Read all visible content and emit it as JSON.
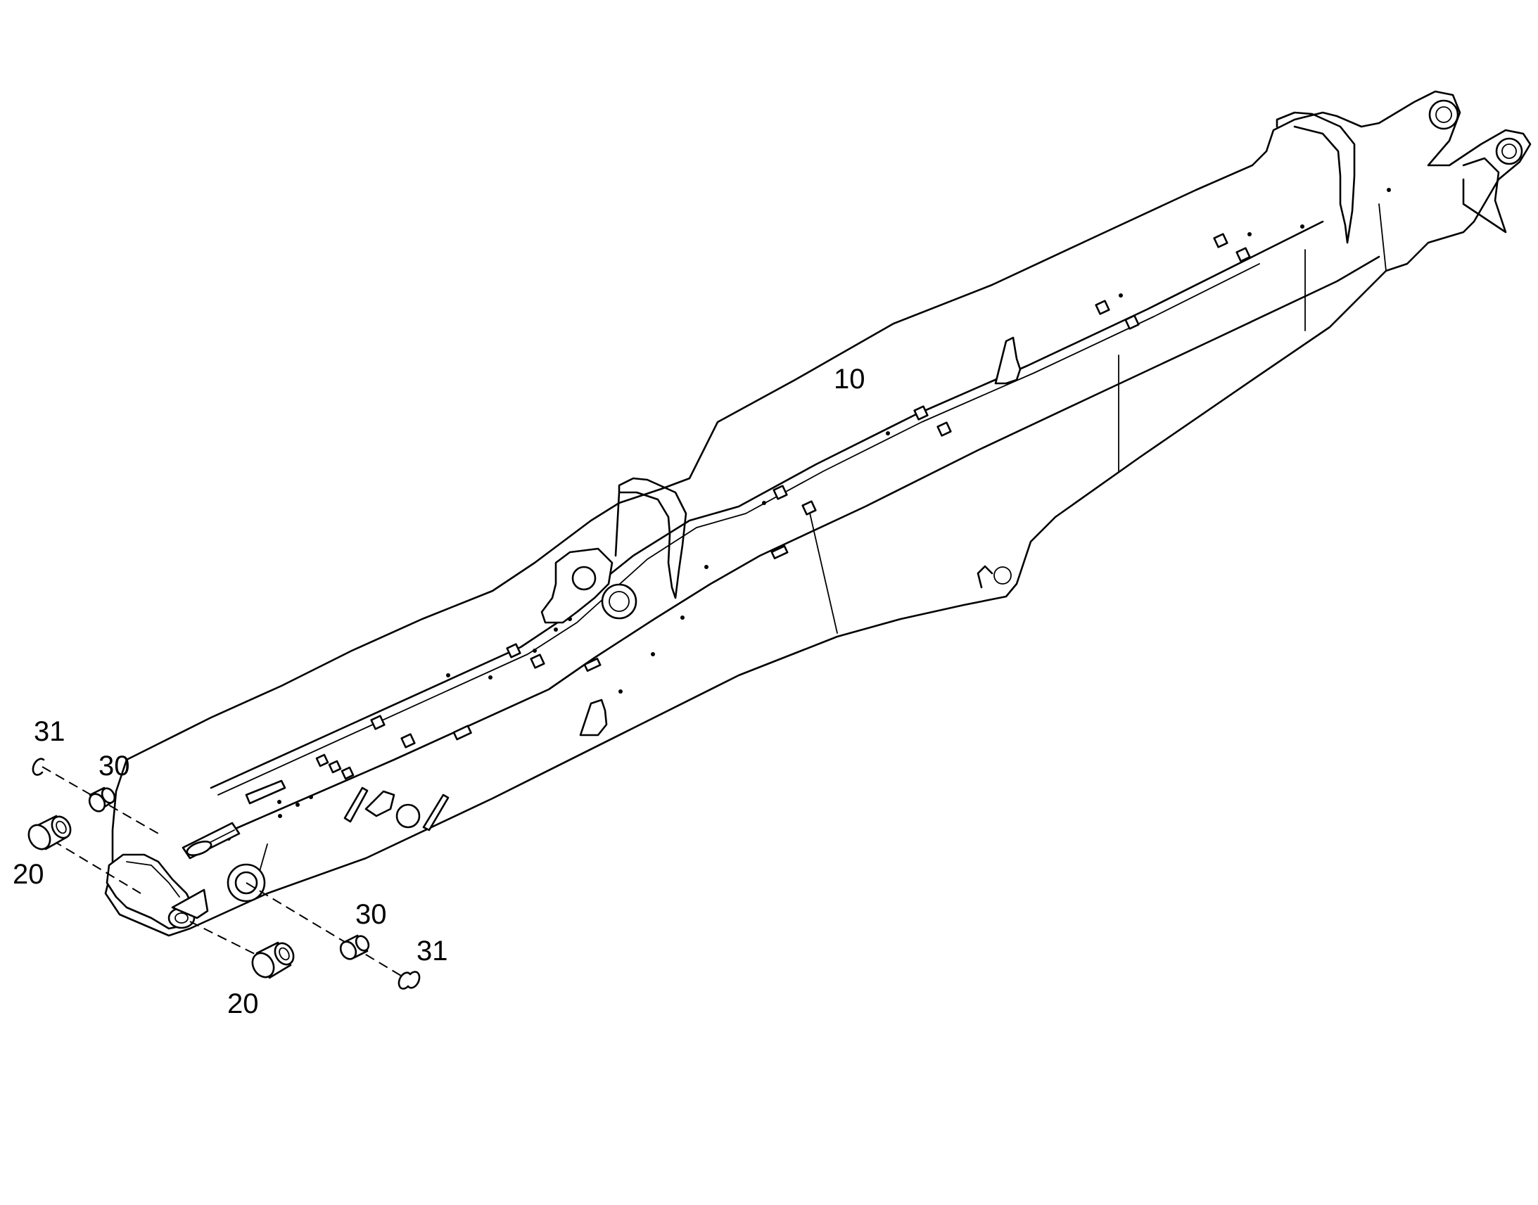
{
  "callouts": {
    "boom": "10",
    "bushing_left": "20",
    "bushing_bottom": "20",
    "pin_left": "30",
    "pin_right": "30",
    "ring_left": "31",
    "ring_right": "31"
  },
  "colors": {
    "line": "#000000",
    "background": "#ffffff"
  }
}
